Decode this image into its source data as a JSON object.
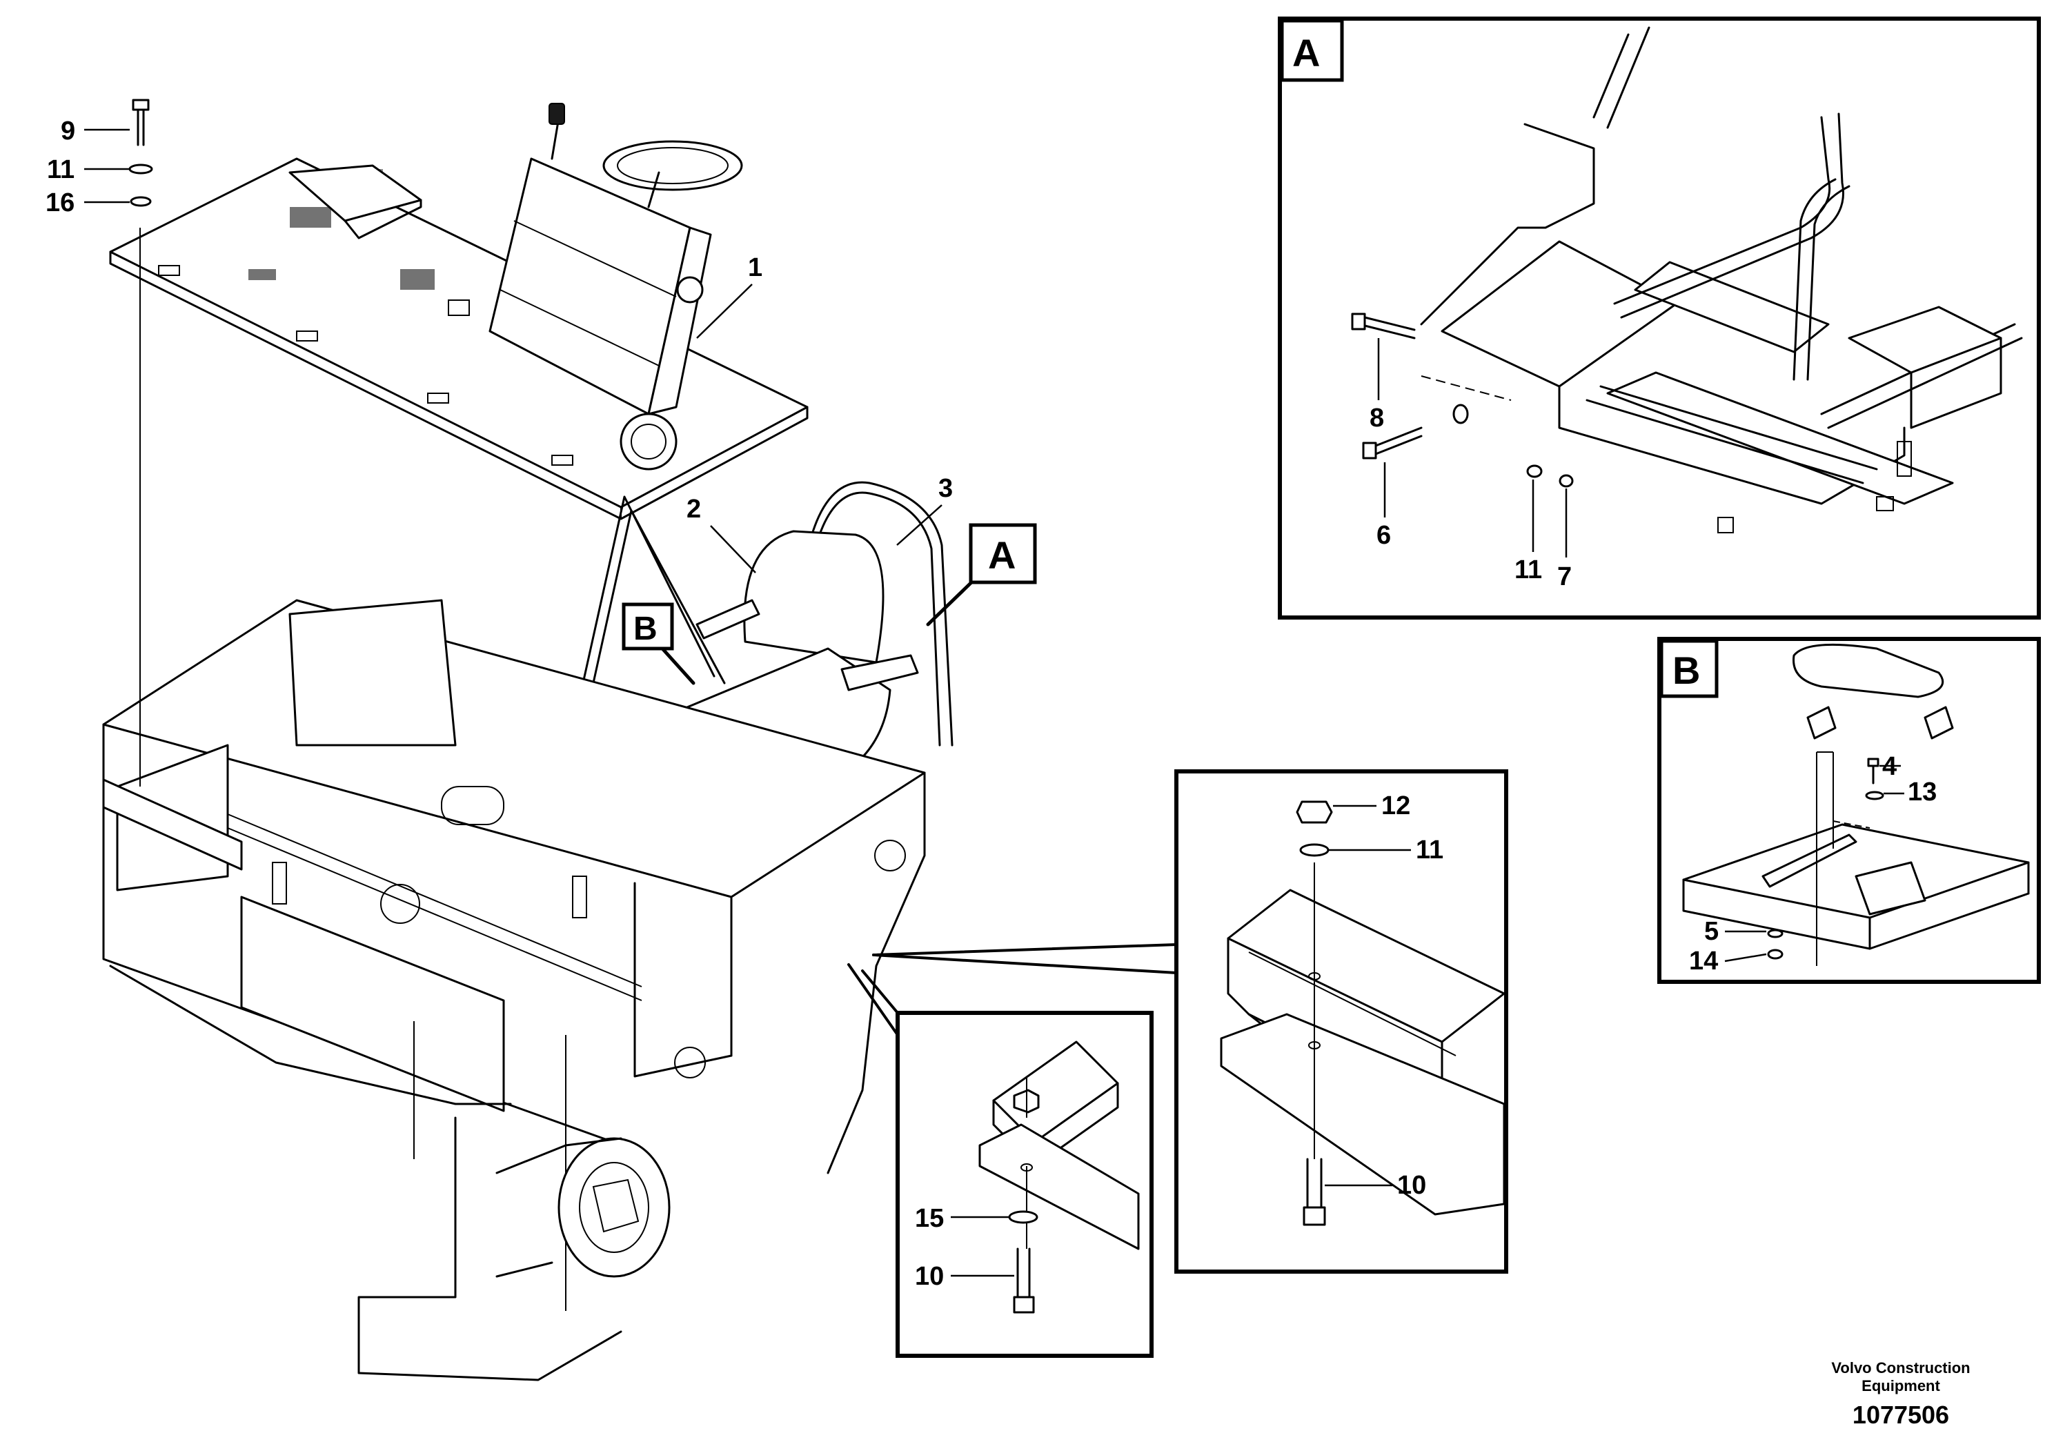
{
  "callouts": {
    "main_9": "9",
    "main_11": "11",
    "main_16": "16",
    "main_1": "1",
    "main_2": "2",
    "main_3": "3",
    "detailA_8": "8",
    "detailA_6": "6",
    "detailA_11": "11",
    "detailA_7": "7",
    "detailB_4": "4",
    "detailB_13": "13",
    "detailB_5": "5",
    "detailB_14": "14",
    "inset1_12": "12",
    "inset1_11": "11",
    "inset1_10": "10",
    "inset2_15": "15",
    "inset2_10": "10"
  },
  "views": {
    "tag_a_main": "A",
    "tag_b_main": "B",
    "detail_a_title": "A",
    "detail_b_title": "B"
  },
  "footer": {
    "company_line1": "Volvo Construction",
    "company_line2": "Equipment",
    "drawing_number": "1077506"
  }
}
